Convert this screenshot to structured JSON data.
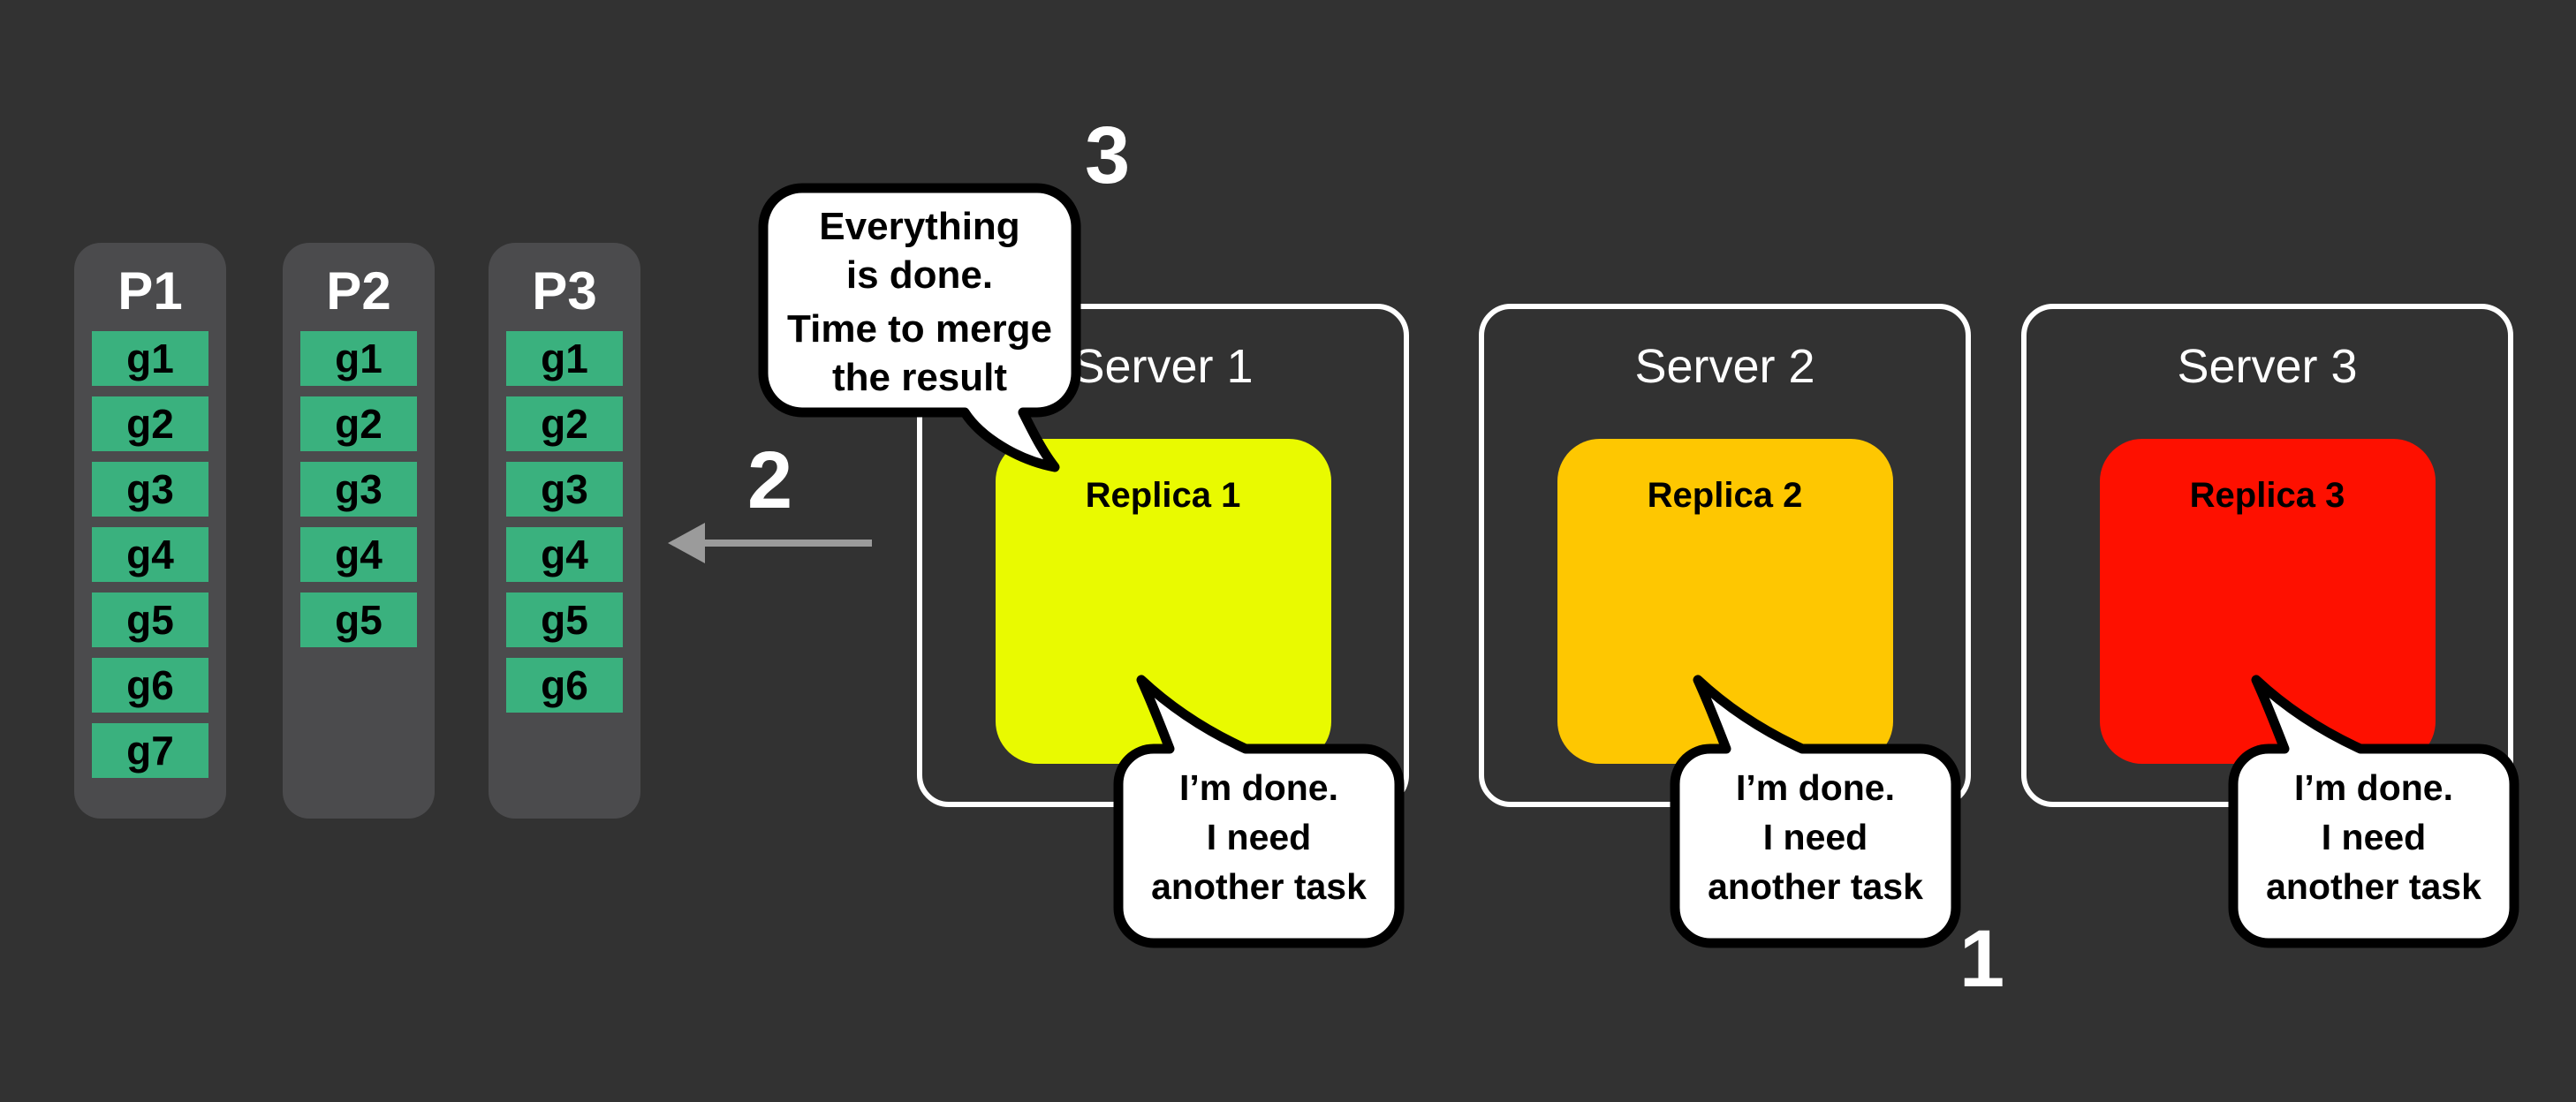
{
  "colors": {
    "background": "#323232",
    "partition_bg": "#4b4b4d",
    "task_green": "#3ab17e",
    "replica_yellow": "#e9fa00",
    "replica_orange": "#fec701",
    "replica_red": "#fe1000",
    "arrow_gray": "#9b9b9b",
    "bubble_bg": "#ffffff",
    "bubble_border": "#000000",
    "server_border": "#ffffff"
  },
  "partitions": [
    {
      "label": "P1",
      "tasks": [
        "g1",
        "g2",
        "g3",
        "g4",
        "g5",
        "g6",
        "g7"
      ]
    },
    {
      "label": "P2",
      "tasks": [
        "g1",
        "g2",
        "g3",
        "g4",
        "g5"
      ]
    },
    {
      "label": "P3",
      "tasks": [
        "g1",
        "g2",
        "g3",
        "g4",
        "g5",
        "g6"
      ]
    }
  ],
  "servers": [
    {
      "label": "Server 1",
      "replica_label": "Replica 1",
      "replica_color": "#e9fa00",
      "bubble_lines": [
        "I’m done.",
        "I need",
        "another task"
      ]
    },
    {
      "label": "Server 2",
      "replica_label": "Replica 2",
      "replica_color": "#fec701",
      "bubble_lines": [
        "I’m done.",
        "I need",
        "another task"
      ]
    },
    {
      "label": "Server 3",
      "replica_label": "Replica 3",
      "replica_color": "#fe1000",
      "bubble_lines": [
        "I’m done.",
        "I need",
        "another task"
      ]
    }
  ],
  "merge_bubble": {
    "lines": [
      "Everything",
      "is done.",
      "Time to merge",
      "the result"
    ]
  },
  "step_labels": {
    "step1": "1",
    "step2": "2",
    "step3": "3"
  }
}
